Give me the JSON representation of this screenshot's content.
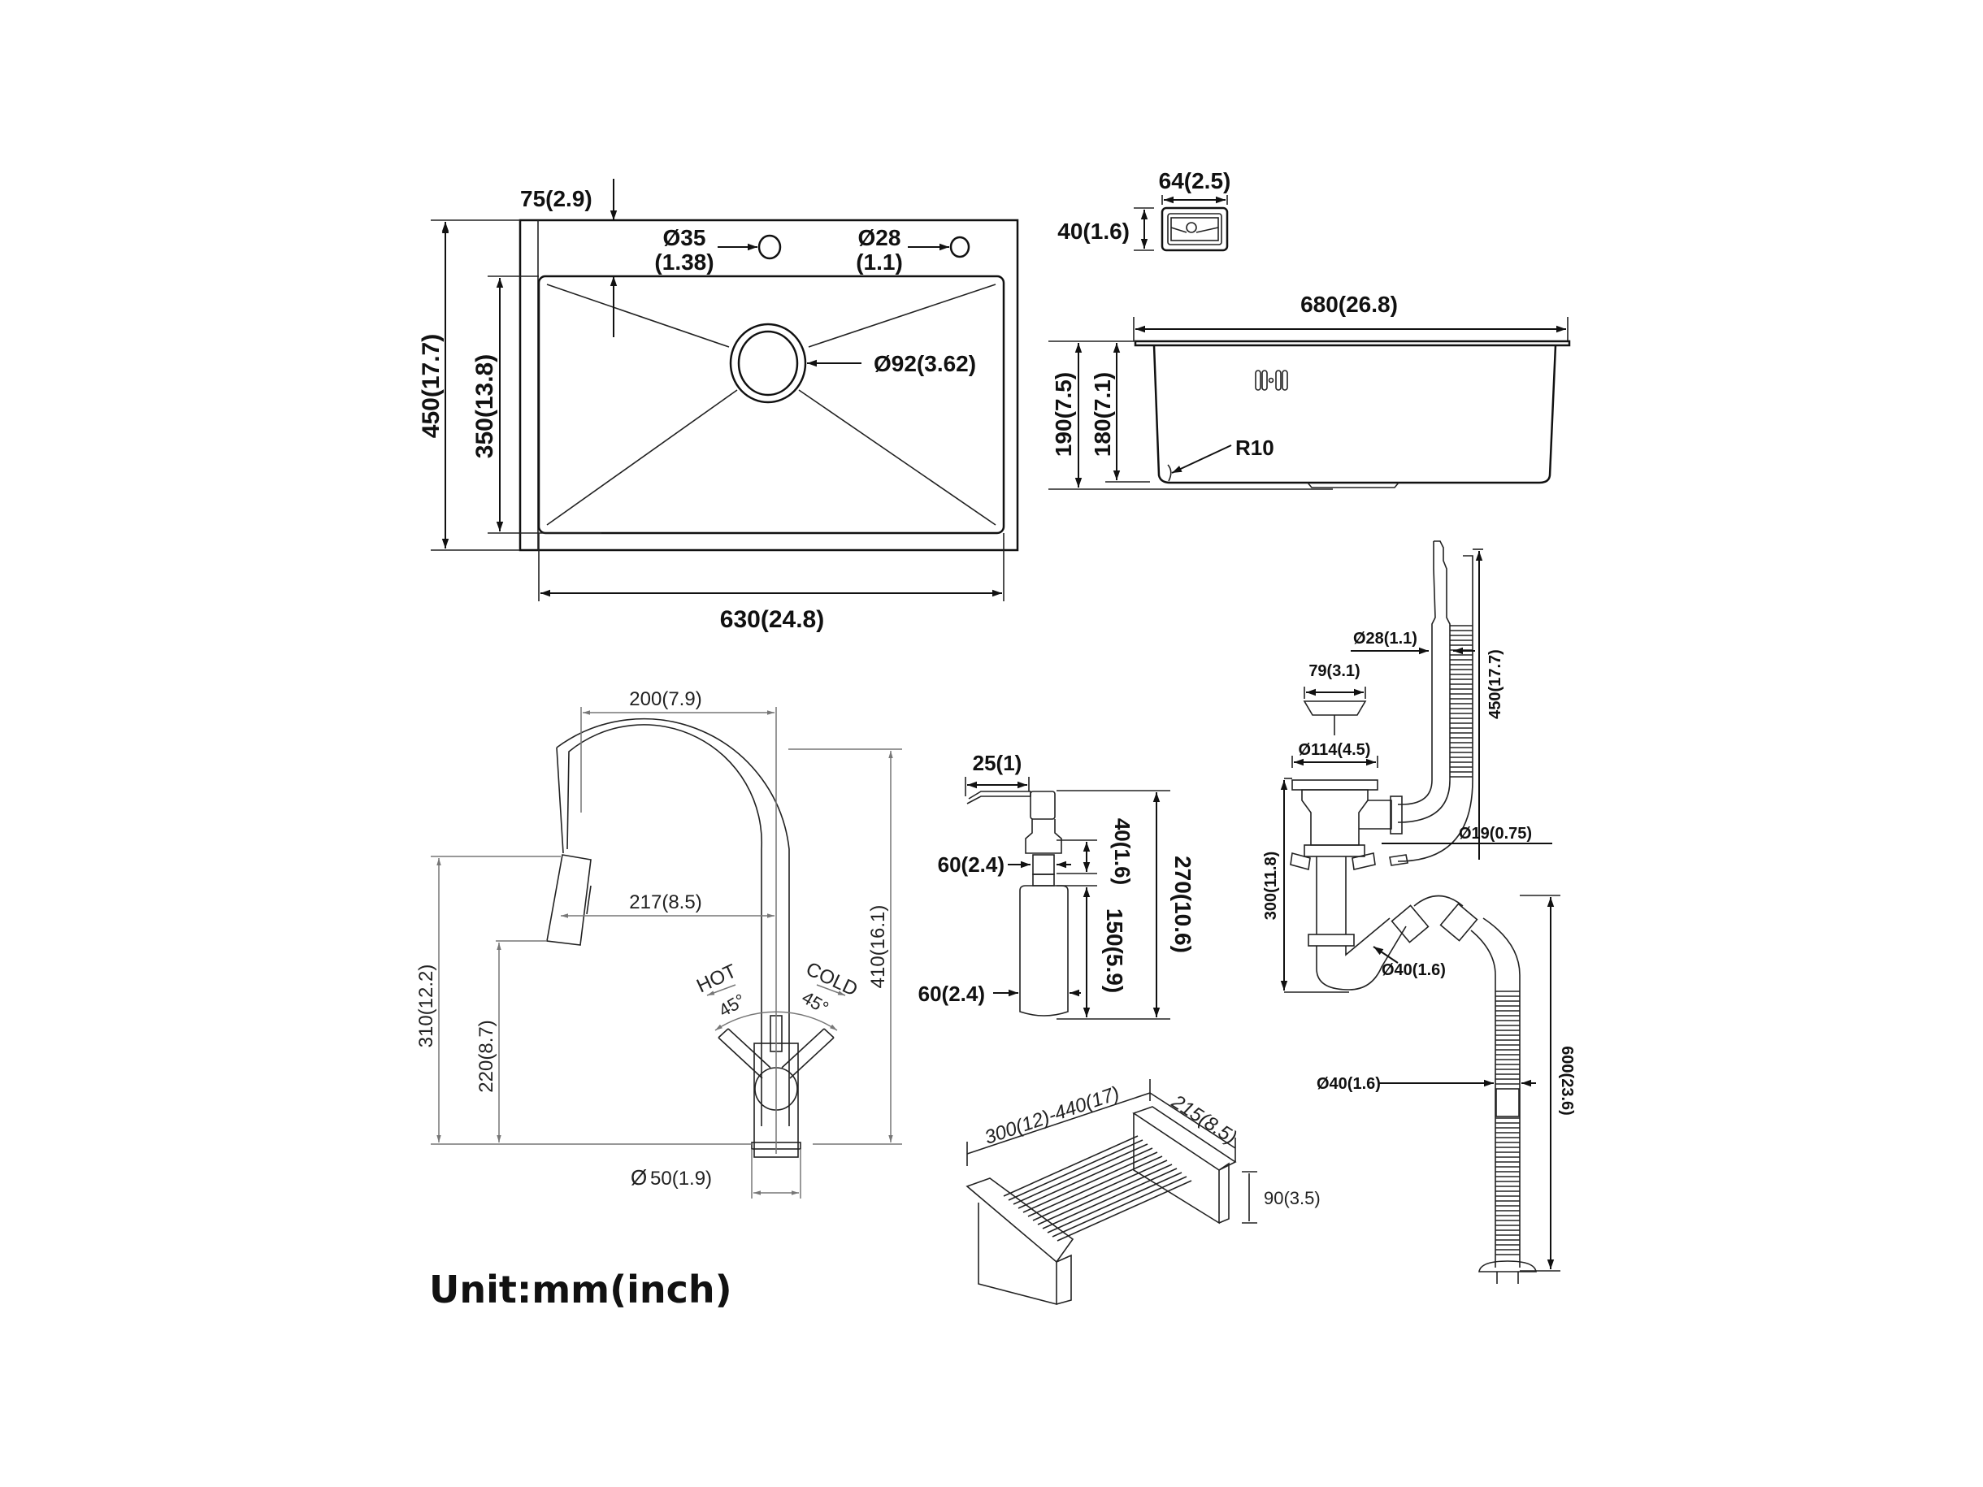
{
  "unit_label": "Unit:mm(inch)",
  "sink_top_view": {
    "overall_depth": "450(17.7)",
    "basin_depth": "350(13.8)",
    "basin_width": "630(24.8)",
    "hole_offset": "75(2.9)",
    "faucet_hole_dia": "Ø35",
    "faucet_hole_dia_in": "(1.38)",
    "dispenser_hole_dia": "Ø28",
    "dispenser_hole_dia_in": "(1.1)",
    "drain_dia": "Ø92(3.62)"
  },
  "overflow": {
    "width": "64(2.5)",
    "height": "40(1.6)"
  },
  "sink_side_view": {
    "overall_width": "680(26.8)",
    "overall_height": "190(7.5)",
    "basin_height": "180(7.1)",
    "corner_radius": "R10"
  },
  "faucet": {
    "reach": "200(7.9)",
    "spout_reach": "217(8.5)",
    "overall_height": "410(16.1)",
    "spout_height": "310(12.2)",
    "outlet_height": "220(8.7)",
    "base_dia": "50(1.9)",
    "base_dia_symbol": "Ø",
    "hot_label": "HOT",
    "cold_label": "COLD",
    "hot_angle": "45°",
    "cold_angle": "45°"
  },
  "soap_dispenser": {
    "spout_length": "25(1)",
    "thread_length": "40(1.6)",
    "thread_dia": "60(2.4)",
    "bottle_height": "150(5.9)",
    "overall_height": "270(10.6)",
    "bottle_dia": "60(2.4)"
  },
  "drain_kit": {
    "overflow_hose_dia": "Ø28(1.1)",
    "overflow_hose_length": "450(17.7)",
    "strainer_dia": "79(3.1)",
    "flange_dia": "Ø114(4.5)",
    "branch_dia": "Ø19(0.75)",
    "trap_height": "300(11.8)",
    "trap_pipe_dia": "Ø40(1.6)",
    "drain_hose_dia": "Ø40(1.6)",
    "drain_hose_length": "600(23.6)"
  },
  "basket": {
    "length": "300(12)-440(17)",
    "width": "215(8.5)",
    "height": "90(3.5)"
  }
}
